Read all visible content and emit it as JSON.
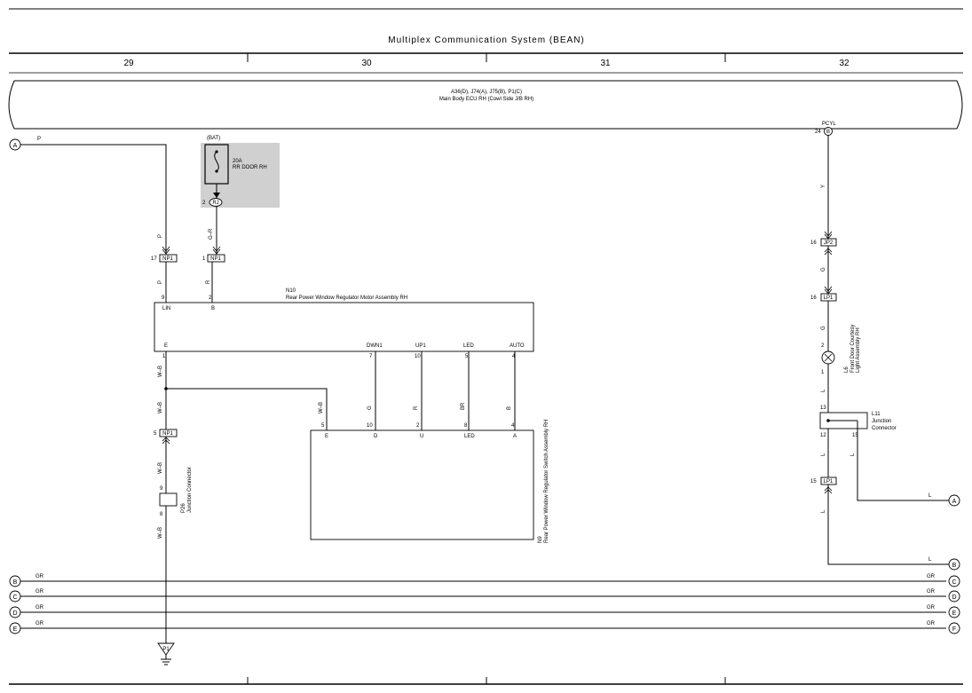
{
  "header": {
    "title": "Multiplex Communication System (BEAN)",
    "columns": [
      "29",
      "30",
      "31",
      "32"
    ]
  },
  "ecu": {
    "line1": "A36(D), J74(A), J75(B), P1(C)",
    "line2": "Main Body ECU RH (Cowl Side J/B RH)",
    "pin_label": "PCYL",
    "pin_no": "24",
    "pin_conn": "B"
  },
  "fuse": {
    "source": "(BAT)",
    "rating": "20A",
    "name": "RR DOOR RH",
    "conn_pin": "2",
    "conn_id": "RJ"
  },
  "refs": {
    "a": "A",
    "b": "B",
    "c": "C",
    "d": "D",
    "e": "E",
    "f": "F"
  },
  "colors": {
    "p": "P",
    "gr": "G–R",
    "r": "R",
    "wb": "W–B",
    "g": "G",
    "br": "BR",
    "b": "B",
    "y": "Y",
    "l": "L",
    "grey": "GR"
  },
  "np1": {
    "id": "NP1",
    "pin17": "17",
    "pin1": "1",
    "pin5": "5"
  },
  "motor": {
    "id": "N10",
    "name": "Rear Power Window Regulator Motor Assembly RH",
    "terms": {
      "lin": {
        "pin": "9",
        "label": "LIN"
      },
      "b": {
        "pin": "2",
        "label": "B"
      },
      "e": {
        "pin": "1",
        "label": "E"
      },
      "dwn": {
        "pin": "7",
        "label": "DWN1"
      },
      "up": {
        "pin": "10",
        "label": "UP1"
      },
      "led": {
        "pin": "5",
        "label": "LED"
      },
      "auto": {
        "pin": "4",
        "label": "AUTO"
      }
    }
  },
  "switch": {
    "id": "N9",
    "name": "Rear Power Window Regulator Switch Assembly RH",
    "terms": {
      "e": {
        "pin": "5",
        "label": "E"
      },
      "d": {
        "pin": "10",
        "label": "D"
      },
      "u": {
        "pin": "2",
        "label": "U"
      },
      "led": {
        "pin": "8",
        "label": "LED"
      },
      "a": {
        "pin": "4",
        "label": "A"
      }
    }
  },
  "p26": {
    "id": "P26",
    "name": "Junction Connector",
    "pin_top": "9",
    "pin_bottom": "8"
  },
  "ground": {
    "id": "P1"
  },
  "jp2": {
    "id": "JP2",
    "pin": "16"
  },
  "lp1": {
    "id": "LP1",
    "pin16": "16",
    "pin15": "15"
  },
  "l6": {
    "id": "L6",
    "name1": "Front Door Courtesy",
    "name2": "Light Assembly RH",
    "pin_top": "2",
    "pin_bottom": "1"
  },
  "l11": {
    "id": "L11",
    "name1": "Junction",
    "name2": "Connector",
    "pin13": "13",
    "pin12": "12",
    "pin15": "15"
  }
}
